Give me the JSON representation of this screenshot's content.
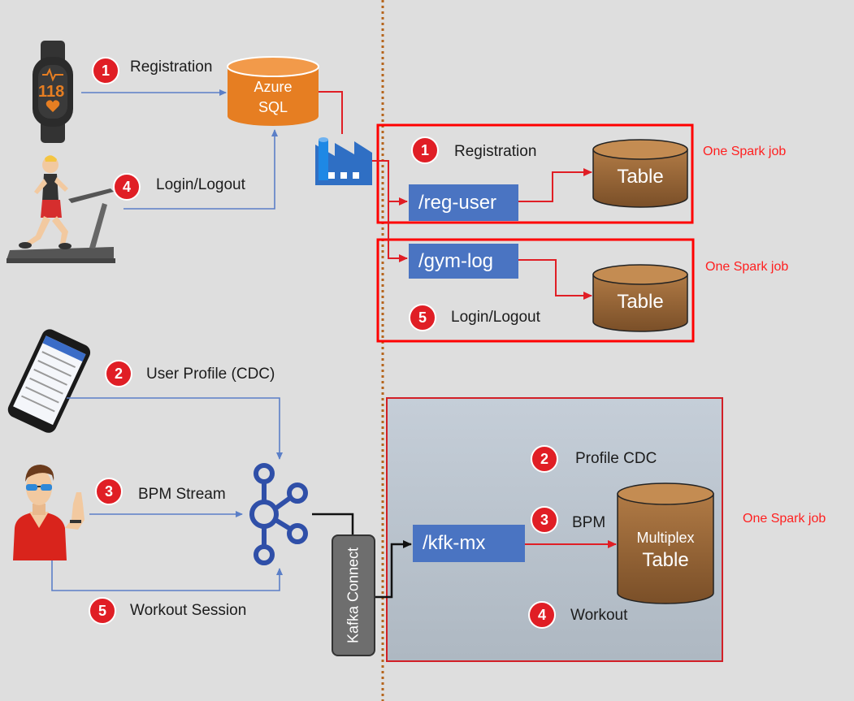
{
  "colors": {
    "accent_red": "#e01e25",
    "box_red": "#ff0000",
    "path_blue": "#4a74c2",
    "arrow_blue": "#5b7fc7",
    "db_orange": "#e67e22",
    "table_brown": "#a06a3a",
    "kafka_blue": "#2f4fa8",
    "divider": "#b5651d"
  },
  "sources": {
    "registration": {
      "num": "1",
      "label": "Registration"
    },
    "login": {
      "num": "4",
      "label": "Login/Logout"
    },
    "profile": {
      "num": "2",
      "label": "User Profile (CDC)"
    },
    "bpm": {
      "num": "3",
      "label": "BPM Stream"
    },
    "workout": {
      "num": "5",
      "label": "Workout Session"
    }
  },
  "watch": {
    "reading": "118"
  },
  "azure_sql": {
    "line1": "Azure",
    "line2": "SQL"
  },
  "kafka_connect": {
    "label": "Kafka Connect"
  },
  "job1": {
    "num": "1",
    "label": "Registration",
    "path": "/reg-user",
    "table": "Table",
    "spark_label": "One Spark job"
  },
  "job2": {
    "num": "5",
    "label": "Login/Logout",
    "path": "/gym-log",
    "table": "Table",
    "spark_label": "One Spark job"
  },
  "job3": {
    "path": "/kfk-mx",
    "items": [
      {
        "num": "2",
        "label": "Profile CDC"
      },
      {
        "num": "3",
        "label": "BPM"
      },
      {
        "num": "4",
        "label": "Workout"
      }
    ],
    "table_line1": "Multiplex",
    "table_line2": "Table",
    "spark_label": "One Spark job"
  }
}
